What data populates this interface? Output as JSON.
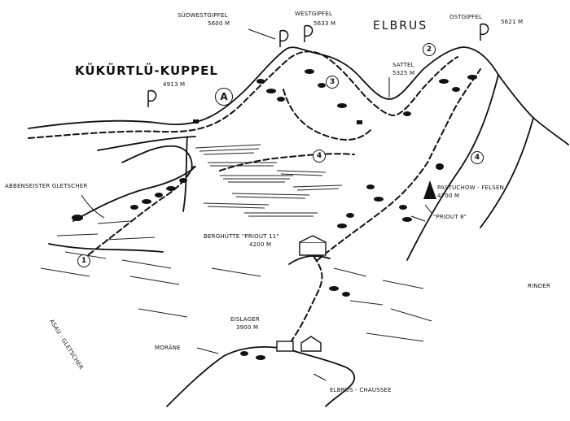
{
  "map": {
    "peaks": {
      "main_name": "ELBRUS",
      "kukurtlu_name": "KÜKÜRTLÜ-KUPPEL",
      "kukurtlu_alt": "4913 m",
      "sw_name": "SÜDWESTGIPFEL",
      "sw_alt": "5600 m",
      "west_name": "WESTGIPFEL",
      "west_alt": "5633 m",
      "east_name": "OSTGIPFEL",
      "east_alt": "5621 m"
    },
    "features": {
      "sattel_name": "SATTEL",
      "sattel_alt": "5325 m",
      "pastuchow_name": "PASTUCHOW - FELSEN",
      "pastuchow_alt": "4700 m",
      "priout8": "\"PRIOUT 8\"",
      "hut_name": "BERGHÜTTE \"PRIOUT 11\"",
      "hut_alt": "4200 m",
      "eislager_name": "EISLAGER",
      "eislager_alt": "3900 m",
      "asau_glacier": "ASAU - GLETSCHER",
      "abbenseister_glacier": "ABBENSEISTER GLETSCHER",
      "morane": "MORÄNE",
      "road": "ELBRUS - CHAUSSEE",
      "signature": "RINDER"
    },
    "route_markers": [
      "A",
      "1",
      "2",
      "3",
      "4",
      "4"
    ]
  }
}
